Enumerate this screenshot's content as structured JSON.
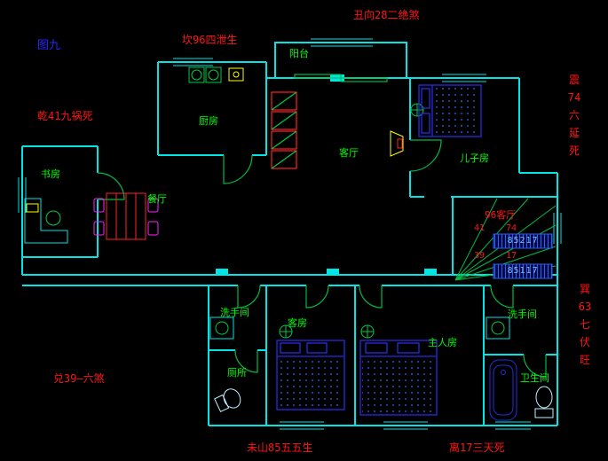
{
  "figure_label": "图九",
  "compass_labels": {
    "top": "丑向28二绝煞",
    "top_left": "坎96四泄生",
    "left": "乾41九祸死",
    "right_upper": "震\n74\n六\n延\n死",
    "right_lower": "巽\n63\n七\n伏\n旺",
    "bottom_left": "兑39—六煞",
    "bottom_center": "未山85五五生",
    "bottom_right": "离17三天死"
  },
  "room_labels": {
    "balcony": "阳台",
    "kitchen": "厨房",
    "living_room": "客厅",
    "son_room": "儿子房",
    "study": "书房",
    "dining_room": "餐厅",
    "bathroom_left": "洗手间",
    "toilet": "厕所",
    "guest_room": "客房",
    "master_room": "主人房",
    "bathroom_right": "洗手间",
    "bathroom_ensuite": "卫生间"
  },
  "stairs": {
    "label": "96客厅",
    "num_top_left": "41",
    "num_top_right": "74",
    "bar_top": "85217",
    "num_bottom_left": "39",
    "num_bottom_right": "17",
    "bar_bottom": "85117"
  },
  "colors": {
    "background": "#000000",
    "wall": "#00e5e5",
    "room_text": "#00ff00",
    "compass_text": "#ff1414",
    "figure_text": "#2525ff",
    "bed": "#2a2ae0",
    "door": "#00bb44",
    "furniture_red": "#ff2222",
    "appliance_yellow": "#ffff00"
  }
}
